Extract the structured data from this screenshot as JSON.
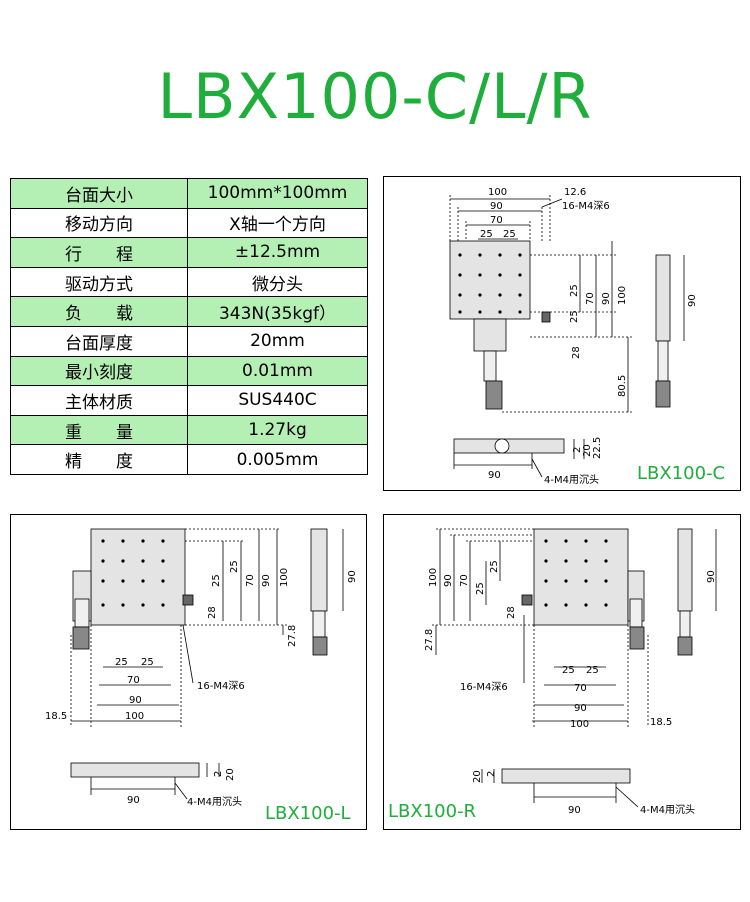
{
  "title": "LBX100-C/L/R",
  "specs": [
    {
      "label": "台面大小",
      "value": "100mm*100mm"
    },
    {
      "label": "移动方向",
      "value": "X轴一个方向"
    },
    {
      "label": "行　　程",
      "value": "±12.5mm"
    },
    {
      "label": "驱动方式",
      "value": "微分头"
    },
    {
      "label": "负　　载",
      "value": "343N(35kgf）"
    },
    {
      "label": "台面厚度",
      "value": "20mm"
    },
    {
      "label": "最小刻度",
      "value": "0.01mm"
    },
    {
      "label": "主体材质",
      "value": "SUS440C"
    },
    {
      "label": "重　　量",
      "value": "1.27kg"
    },
    {
      "label": "精　　度",
      "value": "0.005mm"
    }
  ],
  "colors": {
    "title": "#1fae3c",
    "row_highlight": "#b4f0b4",
    "stage_fill": "#e4e4e4"
  },
  "drawings": {
    "c": {
      "model": "LBX100-C",
      "dims": {
        "w100": "100",
        "w90": "90",
        "w70": "70",
        "w25a": "25",
        "w25b": "25",
        "w126": "12.6",
        "hole": "16-M4深6",
        "h25a": "25",
        "h25b": "25",
        "h70": "70",
        "h100": "100",
        "h28": "28",
        "h805": "80.5",
        "side90": "90",
        "bw90": "90",
        "t2": "2",
        "t20": "20",
        "t225": "22.5",
        "cs": "4-M4用沉头"
      }
    },
    "l": {
      "model": "LBX100-L",
      "dims": {
        "h25a": "25",
        "h25b": "25",
        "h70": "70",
        "h90": "90",
        "h100": "100",
        "h28": "28",
        "h278": "27.8",
        "w25a": "25",
        "w25b": "25",
        "w70": "70",
        "w90": "90",
        "w100": "100",
        "w185": "18.5",
        "hole": "16-M4深6",
        "side90": "90",
        "t2": "2",
        "t20": "20",
        "bw90": "90",
        "cs": "4-M4用沉头"
      }
    },
    "r": {
      "model": "LBX100-R",
      "dims": {
        "h100": "100",
        "h90": "90",
        "h70": "70",
        "h25a": "25",
        "h25b": "25",
        "h28": "28",
        "h278": "27.8",
        "hole": "16-M4深6",
        "w25a": "25",
        "w25b": "25",
        "w70": "70",
        "w90": "90",
        "w100": "100",
        "w185": "18.5",
        "side90": "90",
        "t20": "20",
        "t2": "2",
        "bw90": "90",
        "cs": "4-M4用沉头"
      }
    }
  }
}
